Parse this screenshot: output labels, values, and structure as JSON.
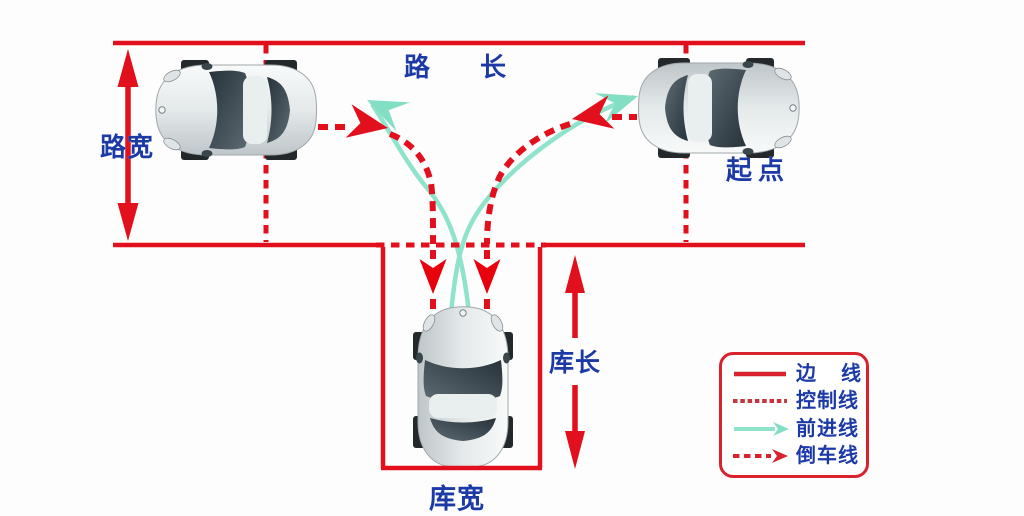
{
  "diagram": {
    "road_length_label": "路长",
    "road_width_label": "路宽",
    "start_point_label": "起点",
    "garage_length_label": "库长",
    "garage_width_label": "库宽"
  },
  "legend": {
    "items": [
      {
        "id": "boundary-line",
        "label": "边线"
      },
      {
        "id": "control-line",
        "label": "控制线"
      },
      {
        "id": "forward-line",
        "label": "前进线"
      },
      {
        "id": "reverse-line",
        "label": "倒车线"
      }
    ]
  },
  "colors": {
    "boundary_red": "#e2101c",
    "forward_teal": "#8fe3cb",
    "label_blue": "#1c3aa6"
  }
}
